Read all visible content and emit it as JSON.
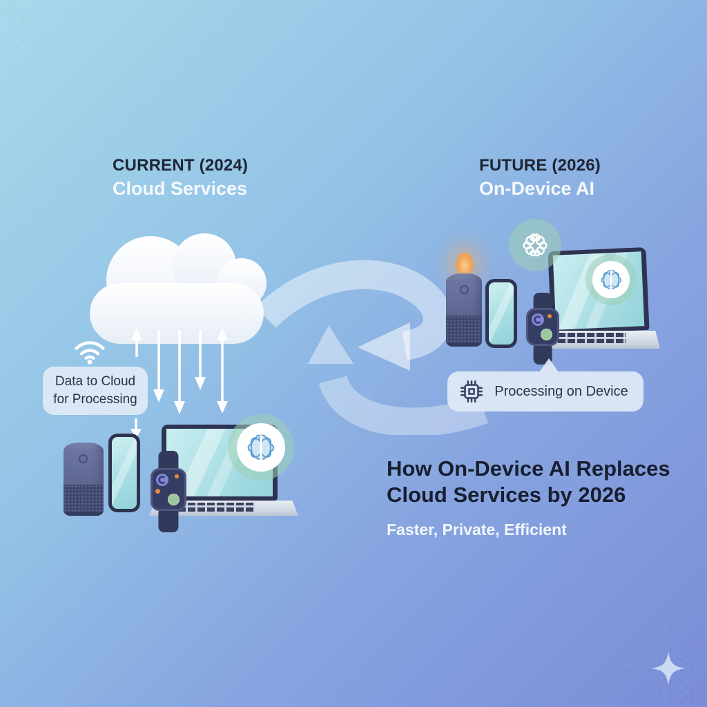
{
  "current_section": {
    "heading": "CURRENT (2024)",
    "subheading": "Cloud Services",
    "callout_line1": "Data to Cloud",
    "callout_line2": "for Processing",
    "devices": [
      "smart-speaker",
      "smartphone",
      "smartwatch",
      "laptop"
    ]
  },
  "future_section": {
    "heading": "FUTURE (2026)",
    "subheading": "On-Device AI",
    "callout": "Processing on Device",
    "devices": [
      "smart-speaker",
      "smartphone",
      "smartwatch",
      "laptop"
    ]
  },
  "footer": {
    "title_line1": "How On-Device AI Replaces",
    "title_line2": "Cloud Services by 2026",
    "subtitle": "Faster, Private, Efficient"
  },
  "icons": [
    "cloud-icon",
    "wifi-icon",
    "chip-icon",
    "brain-icon",
    "cycle-arrows-icon",
    "up-arrow-icon",
    "down-arrow-icon",
    "sparkle-icon"
  ],
  "colors": {
    "bg_gradient_start": "#a6d9ea",
    "bg_gradient_end": "#7b8dd8",
    "heading_dark": "#1e2534",
    "heading_light": "#f5f9fd",
    "callout_bg": "#dfeaf6",
    "callout_text": "#2a3242",
    "device_navy": "#2d3350",
    "screen_teal": "#a8dee3",
    "badge_green": "#9fd0b8",
    "accent_orange": "#f0a050",
    "cloud_white": "#ffffff"
  }
}
